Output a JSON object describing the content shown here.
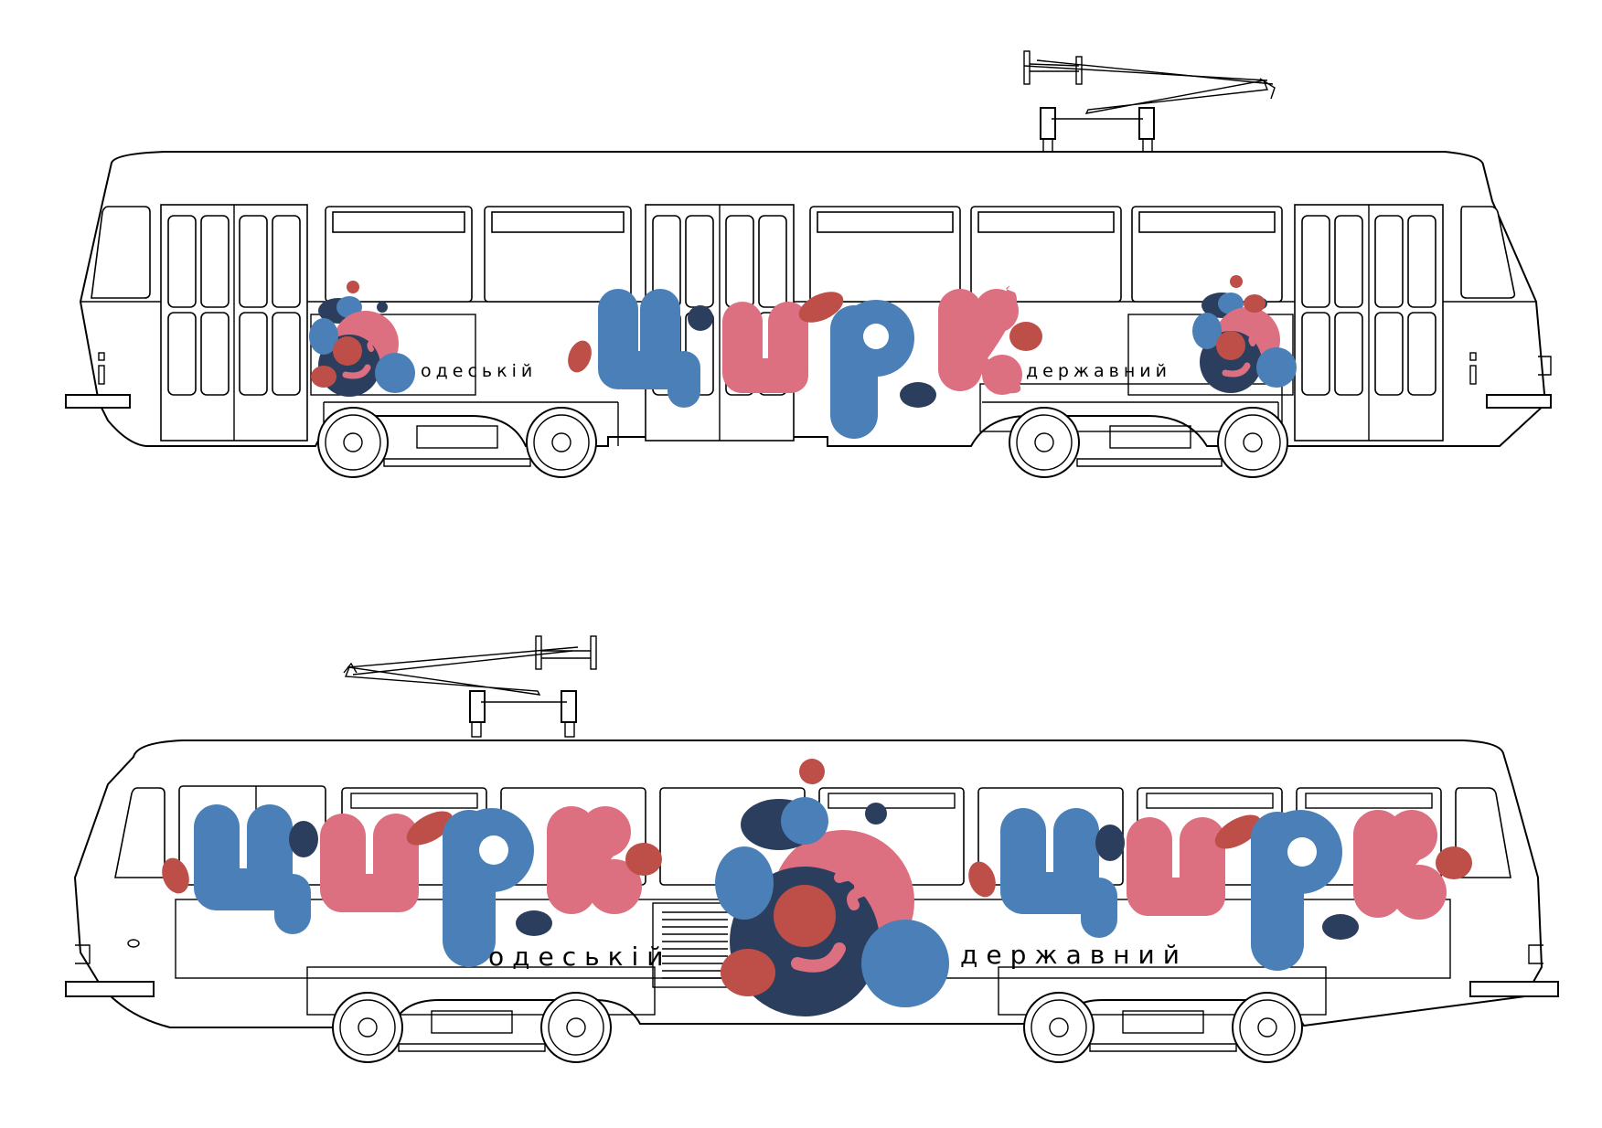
{
  "colors": {
    "blue": "#4a80b7",
    "pink": "#dc6f80",
    "red": "#bd4e48",
    "navy": "#2c3e5d",
    "outline": "#000000",
    "background": "#ffffff"
  },
  "tram_top": {
    "word_left": "одеській",
    "word_right": "державний"
  },
  "tram_bottom": {
    "word_left": "одеській",
    "word_right": "державний"
  }
}
